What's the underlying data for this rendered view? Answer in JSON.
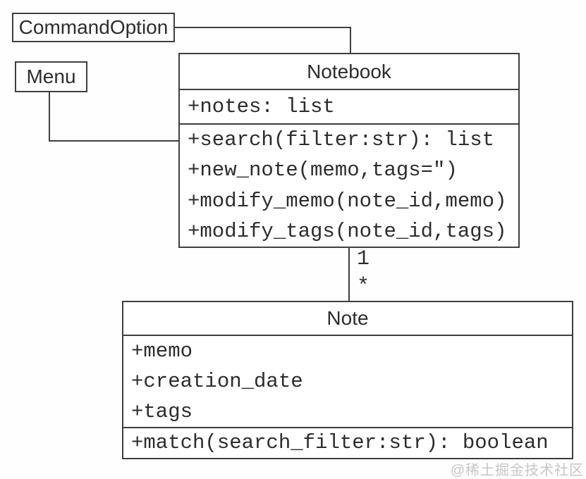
{
  "diagram": {
    "kind": "uml-class-diagram",
    "colors": {
      "background": "#ffffff",
      "line": "#3f3f3f",
      "text": "#2d2d2d",
      "watermark": "#c6c6c6"
    },
    "classes": {
      "command_option": {
        "name": "CommandOption"
      },
      "menu": {
        "name": "Menu"
      },
      "notebook": {
        "name": "Notebook",
        "attributes": [
          "+notes: list"
        ],
        "methods": [
          "+search(filter:str): list",
          "+new_note(memo,tags=\")",
          "+modify_memo(note_id,memo)",
          "+modify_tags(note_id,tags)"
        ]
      },
      "note": {
        "name": "Note",
        "attributes": [
          "+memo",
          "+creation_date",
          "+tags"
        ],
        "methods": [
          "+match(search_filter:str): boolean"
        ]
      }
    },
    "relationships": {
      "notebook_to_note": {
        "from": "Notebook",
        "to": "Note",
        "multiplicity_near": "1",
        "multiplicity_far": "*"
      },
      "command_option_to_notebook": {
        "from": "CommandOption",
        "to": "Notebook"
      },
      "menu_to_notebook": {
        "from": "Menu",
        "to": "Notebook"
      }
    },
    "watermark": "@稀土掘金技术社区"
  }
}
